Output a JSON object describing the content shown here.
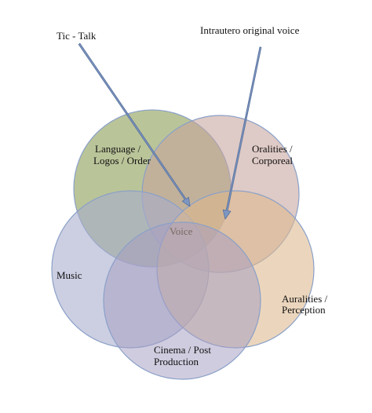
{
  "annotations": {
    "tic_talk": "Tic - Talk",
    "intrautero": "Intrautero original voice"
  },
  "circles": {
    "language": {
      "line1": "Language /",
      "line2": "Logos / Order",
      "color": "#8f9f5a"
    },
    "oralities": {
      "line1": "Oralities /",
      "line2": "Corporeal",
      "color": "#c7a39c"
    },
    "music": {
      "line1": "Music",
      "color": "#a7accd"
    },
    "auralities": {
      "line1": "Auralities /",
      "line2": "Perception",
      "color": "#ddb98e"
    },
    "cinema": {
      "line1": "Cinema / Post",
      "line2": "Production",
      "color": "#a49ec2"
    }
  },
  "center": {
    "label": "Voice"
  },
  "colors": {
    "circle_stroke": "#8aa0c8",
    "arrow": "#7d97c2",
    "arrow_stroke": "#566e9a"
  }
}
